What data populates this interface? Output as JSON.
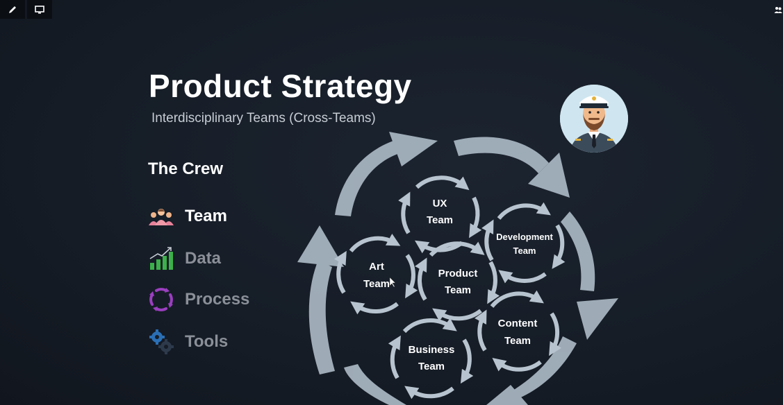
{
  "slide": {
    "title": "Product Strategy",
    "subtitle": "Interdisciplinary Teams (Cross-Teams)",
    "crew_heading": "The Crew"
  },
  "crew_items": [
    {
      "label": "Team",
      "icon": "team-icon",
      "state": "active"
    },
    {
      "label": "Data",
      "icon": "bar-chart-icon",
      "state": "dimmed"
    },
    {
      "label": "Process",
      "icon": "process-cycle-icon",
      "state": "dimmed"
    },
    {
      "label": "Tools",
      "icon": "gears-icon",
      "state": "dimmed"
    }
  ],
  "teams": {
    "ux": [
      "UX",
      "Team"
    ],
    "development": [
      "Development",
      "Team"
    ],
    "art": [
      "Art",
      "Team"
    ],
    "product": [
      "Product",
      "Team"
    ],
    "content": [
      "Content",
      "Team"
    ],
    "business": [
      "Business",
      "Team"
    ]
  },
  "toolbar": {
    "pen_icon": "pen-icon",
    "screen_icon": "screen-icon"
  },
  "colors": {
    "background": "#161d27",
    "arrow": "#b7c4cf",
    "data_green": "#3cb04a",
    "process_purple": "#9b3fc0",
    "tools_blue": "#2a6fb5"
  }
}
